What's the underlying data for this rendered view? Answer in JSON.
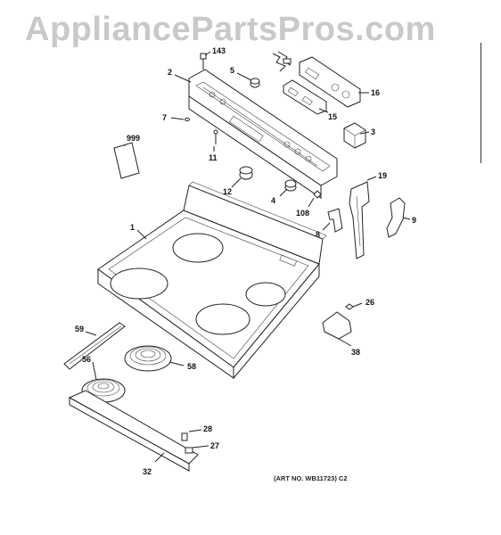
{
  "watermark": "AppliancePartsPros.com",
  "art_note": "(ART NO. WB11723) C2",
  "labels": {
    "p143": "143",
    "p2": "2",
    "p5": "5",
    "p16": "16",
    "p15": "15",
    "p3": "3",
    "p7": "7",
    "p999": "999",
    "p11": "11",
    "p12": "12",
    "p4": "4",
    "p108": "108",
    "p19": "19",
    "p9": "9",
    "p8": "8",
    "p1": "1",
    "p26": "26",
    "p38": "38",
    "p59": "59",
    "p56": "56",
    "p58": "58",
    "p28": "28",
    "p27": "27",
    "p32": "32"
  }
}
